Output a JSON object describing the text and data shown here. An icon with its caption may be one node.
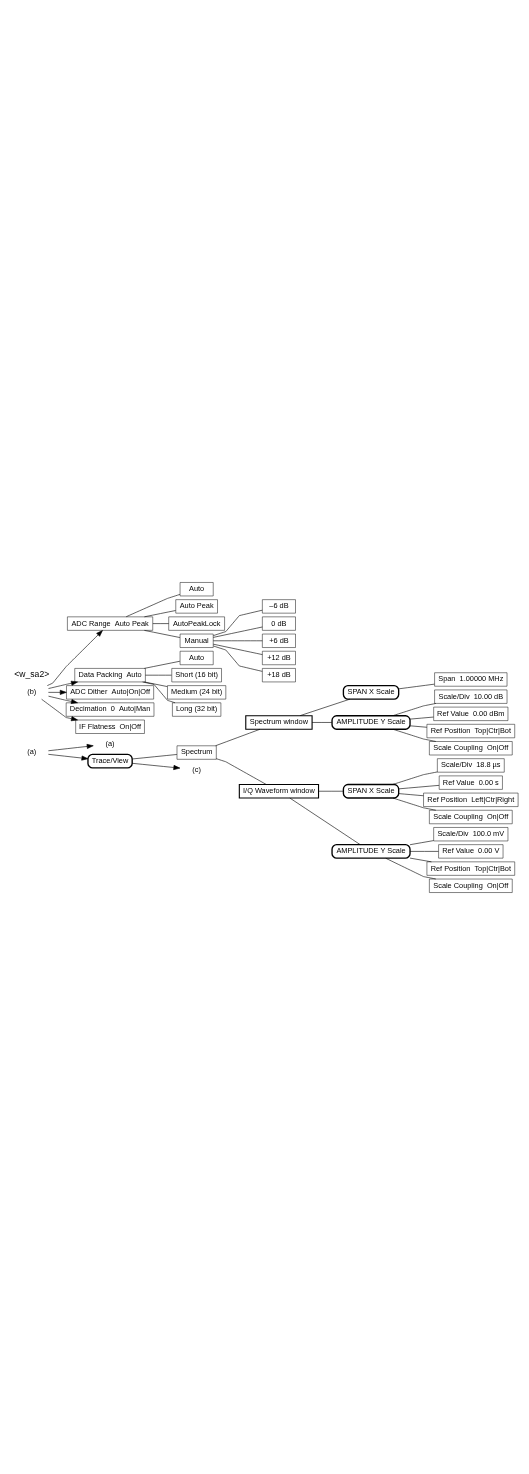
{
  "diagram": {
    "nodes": [
      {
        "text": [
          "(a)"
        ]
      },
      {
        "text": [
          "(b)"
        ]
      },
      {
        "text": [
          "ADC Range  Auto Peak"
        ]
      },
      {
        "text": [
          "Auto"
        ]
      },
      {
        "text": [
          "Auto Peak"
        ]
      },
      {
        "text": [
          "AutoPeakLock"
        ]
      },
      {
        "text": [
          "Manual"
        ]
      },
      {
        "text": [
          "–6 dB"
        ]
      },
      {
        "text": [
          "0 dB"
        ]
      },
      {
        "text": [
          "+6 dB"
        ]
      },
      {
        "text": [
          "+12 dB"
        ]
      },
      {
        "text": [
          "+18 dB"
        ]
      },
      {
        "text": [
          "Data Packing  Auto"
        ]
      },
      {
        "text": [
          "Auto"
        ]
      },
      {
        "text": [
          "Short (16 bit)"
        ]
      },
      {
        "text": [
          "Medium (24 bit)"
        ]
      },
      {
        "text": [
          "Long (32 bit)"
        ]
      },
      {
        "text": [
          "ADC Dither  Auto|On|Off"
        ]
      },
      {
        "text": [
          "Decimation  0  Auto|Man"
        ]
      },
      {
        "text": [
          "IF Flatness  On|Off"
        ]
      },
      {
        "text": [
          "Trace/View"
        ]
      },
      {
        "text": [
          "Spectrum"
        ]
      },
      {
        "text": [
          "Spectrum window"
        ]
      },
      {
        "text": [
          "SPAN X Scale"
        ]
      },
      {
        "text": [
          "Span  1.00000 MHz"
        ]
      },
      {
        "text": [
          "AMPLITUDE Y Scale"
        ]
      },
      {
        "text": [
          "Scale/Div  10.00 dB"
        ]
      },
      {
        "text": [
          "Ref Value  0.00 dBm"
        ]
      },
      {
        "text": [
          "Ref Position  Top|Ctr|Bot"
        ]
      },
      {
        "text": [
          "Scale Coupling  On|Off"
        ]
      },
      {
        "text": [
          "I/Q Waveform window"
        ]
      },
      {
        "text": [
          "SPAN X Scale"
        ]
      },
      {
        "text": [
          "Scale/Div  18.8 µs"
        ]
      },
      {
        "text": [
          "Ref Value  0.00 s"
        ]
      },
      {
        "text": [
          "Ref Position  Left|Ctr|Right"
        ]
      },
      {
        "text": [
          "Scale Coupling  On|Off"
        ]
      },
      {
        "text": [
          "AMPLITUDE Y Scale"
        ]
      },
      {
        "text": [
          "Scale/Div  100.0 mV"
        ]
      },
      {
        "text": [
          "Ref Value  0.00 V"
        ]
      },
      {
        "text": [
          "Ref Position  Top|Ctr|Bot"
        ]
      },
      {
        "text": [
          "Scale Coupling  On|Off"
        ]
      },
      {
        "text": [
          "(a)"
        ]
      },
      {
        "text": [
          "(c)"
        ]
      }
    ],
    "edges": [
      {
        "from": 0,
        "to": 41,
        "arrow": "to"
      },
      {
        "from": 1,
        "to": 2,
        "arrow": "to"
      },
      {
        "from": 2,
        "to": 3,
        "arrow": "none"
      },
      {
        "from": 2,
        "to": 4,
        "arrow": "none"
      },
      {
        "from": 2,
        "to": 5,
        "arrow": "none"
      },
      {
        "from": 2,
        "to": 6,
        "arrow": "none"
      },
      {
        "from": 6,
        "to": 7,
        "arrow": "none"
      },
      {
        "from": 6,
        "to": 8,
        "arrow": "none"
      },
      {
        "from": 6,
        "to": 9,
        "arrow": "none"
      },
      {
        "from": 6,
        "to": 10,
        "arrow": "none"
      },
      {
        "from": 6,
        "to": 11,
        "arrow": "none"
      },
      {
        "from": 1,
        "to": 12,
        "arrow": "to"
      },
      {
        "from": 12,
        "to": 13,
        "arrow": "none"
      },
      {
        "from": 12,
        "to": 14,
        "arrow": "none"
      },
      {
        "from": 12,
        "to": 15,
        "arrow": "none"
      },
      {
        "from": 12,
        "to": 16,
        "arrow": "none"
      },
      {
        "from": 1,
        "to": 17,
        "arrow": "to"
      },
      {
        "from": 1,
        "to": 18,
        "arrow": "to"
      },
      {
        "from": 1,
        "to": 19,
        "arrow": "to"
      },
      {
        "from": 0,
        "to": 20,
        "arrow": "to"
      },
      {
        "from": 20,
        "to": 21,
        "arrow": "none"
      },
      {
        "from": 20,
        "to": 42,
        "arrow": "to"
      },
      {
        "from": 21,
        "to": 22,
        "arrow": "none"
      },
      {
        "from": 22,
        "to": 23,
        "arrow": "none"
      },
      {
        "from": 23,
        "to": 24,
        "arrow": "none"
      },
      {
        "from": 22,
        "to": 25,
        "arrow": "none"
      },
      {
        "from": 25,
        "to": 26,
        "arrow": "none"
      },
      {
        "from": 25,
        "to": 27,
        "arrow": "none"
      },
      {
        "from": 25,
        "to": 28,
        "arrow": "none"
      },
      {
        "from": 25,
        "to": 29,
        "arrow": "none"
      },
      {
        "from": 21,
        "to": 30,
        "arrow": "none"
      },
      {
        "from": 30,
        "to": 31,
        "arrow": "none"
      },
      {
        "from": 31,
        "to": 32,
        "arrow": "none"
      },
      {
        "from": 31,
        "to": 33,
        "arrow": "none"
      },
      {
        "from": 31,
        "to": 34,
        "arrow": "none"
      },
      {
        "from": 31,
        "to": 35,
        "arrow": "none"
      },
      {
        "from": 30,
        "to": 36,
        "arrow": "none"
      },
      {
        "from": 36,
        "to": 37,
        "arrow": "none"
      },
      {
        "from": 36,
        "to": 38,
        "arrow": "none"
      },
      {
        "from": 36,
        "to": 39,
        "arrow": "none"
      },
      {
        "from": 36,
        "to": 40,
        "arrow": "none"
      }
    ],
    "labels": [
      "<w_sa2>"
    ]
  }
}
